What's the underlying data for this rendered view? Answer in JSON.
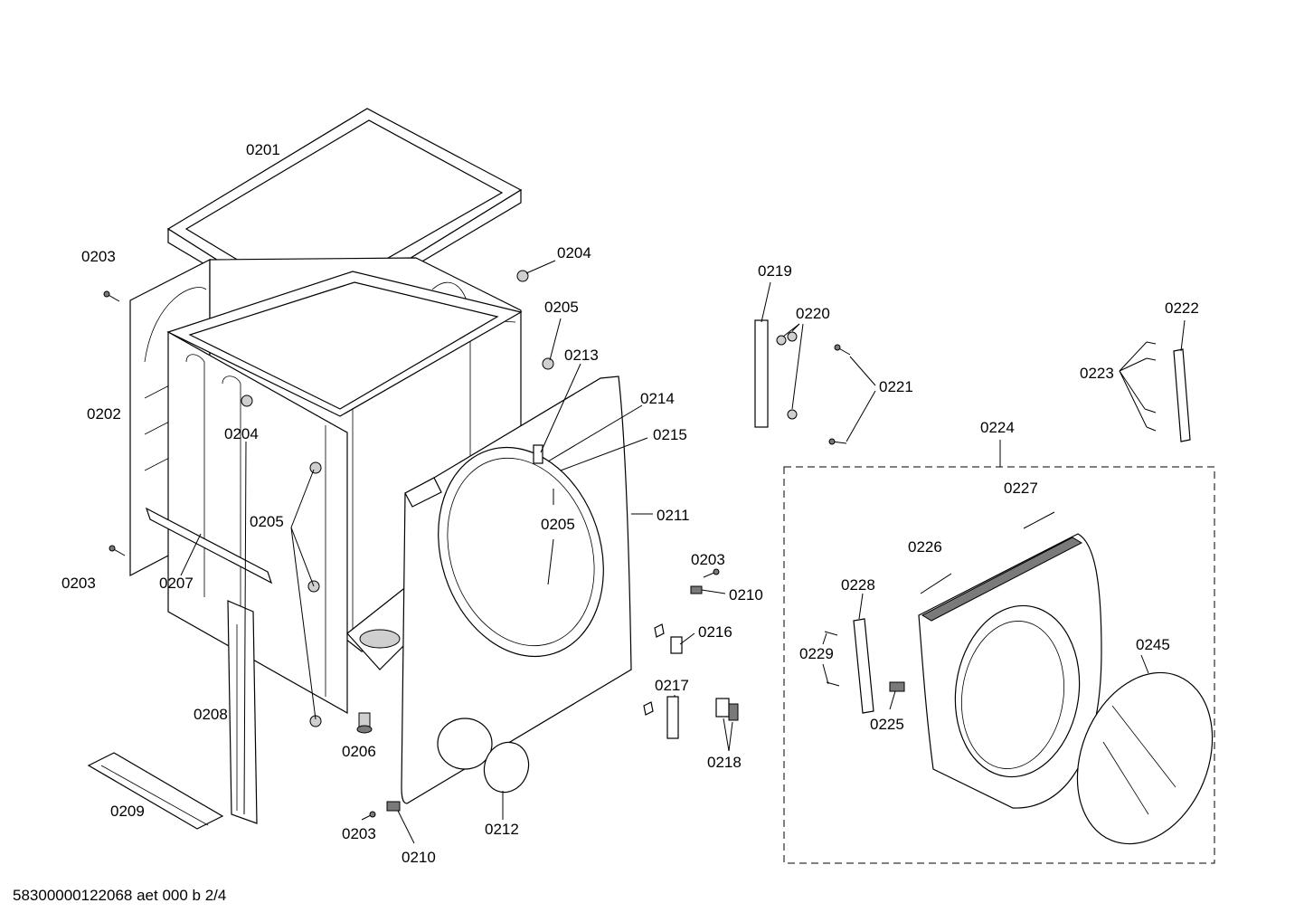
{
  "footer": {
    "doc_code": "58300000122068 aet 000 b 2/4"
  },
  "labels": {
    "l0201": "0201",
    "l0202": "0202",
    "l0203a": "0203",
    "l0203b": "0203",
    "l0203c": "0203",
    "l0203d": "0203",
    "l0204a": "0204",
    "l0204b": "0204",
    "l0205a": "0205",
    "l0205b": "0205",
    "l0205c": "0205",
    "l0206": "0206",
    "l0207": "0207",
    "l0208": "0208",
    "l0209": "0209",
    "l0210a": "0210",
    "l0210b": "0210",
    "l0211": "0211",
    "l0212": "0212",
    "l0213": "0213",
    "l0214": "0214",
    "l0215": "0215",
    "l0216": "0216",
    "l0217": "0217",
    "l0218": "0218",
    "l0219": "0219",
    "l0220": "0220",
    "l0221": "0221",
    "l0222": "0222",
    "l0223": "0223",
    "l0224": "0224",
    "l0225": "0225",
    "l0226": "0226",
    "l0227": "0227",
    "l0228": "0228",
    "l0229": "0229",
    "l0245": "0245"
  }
}
